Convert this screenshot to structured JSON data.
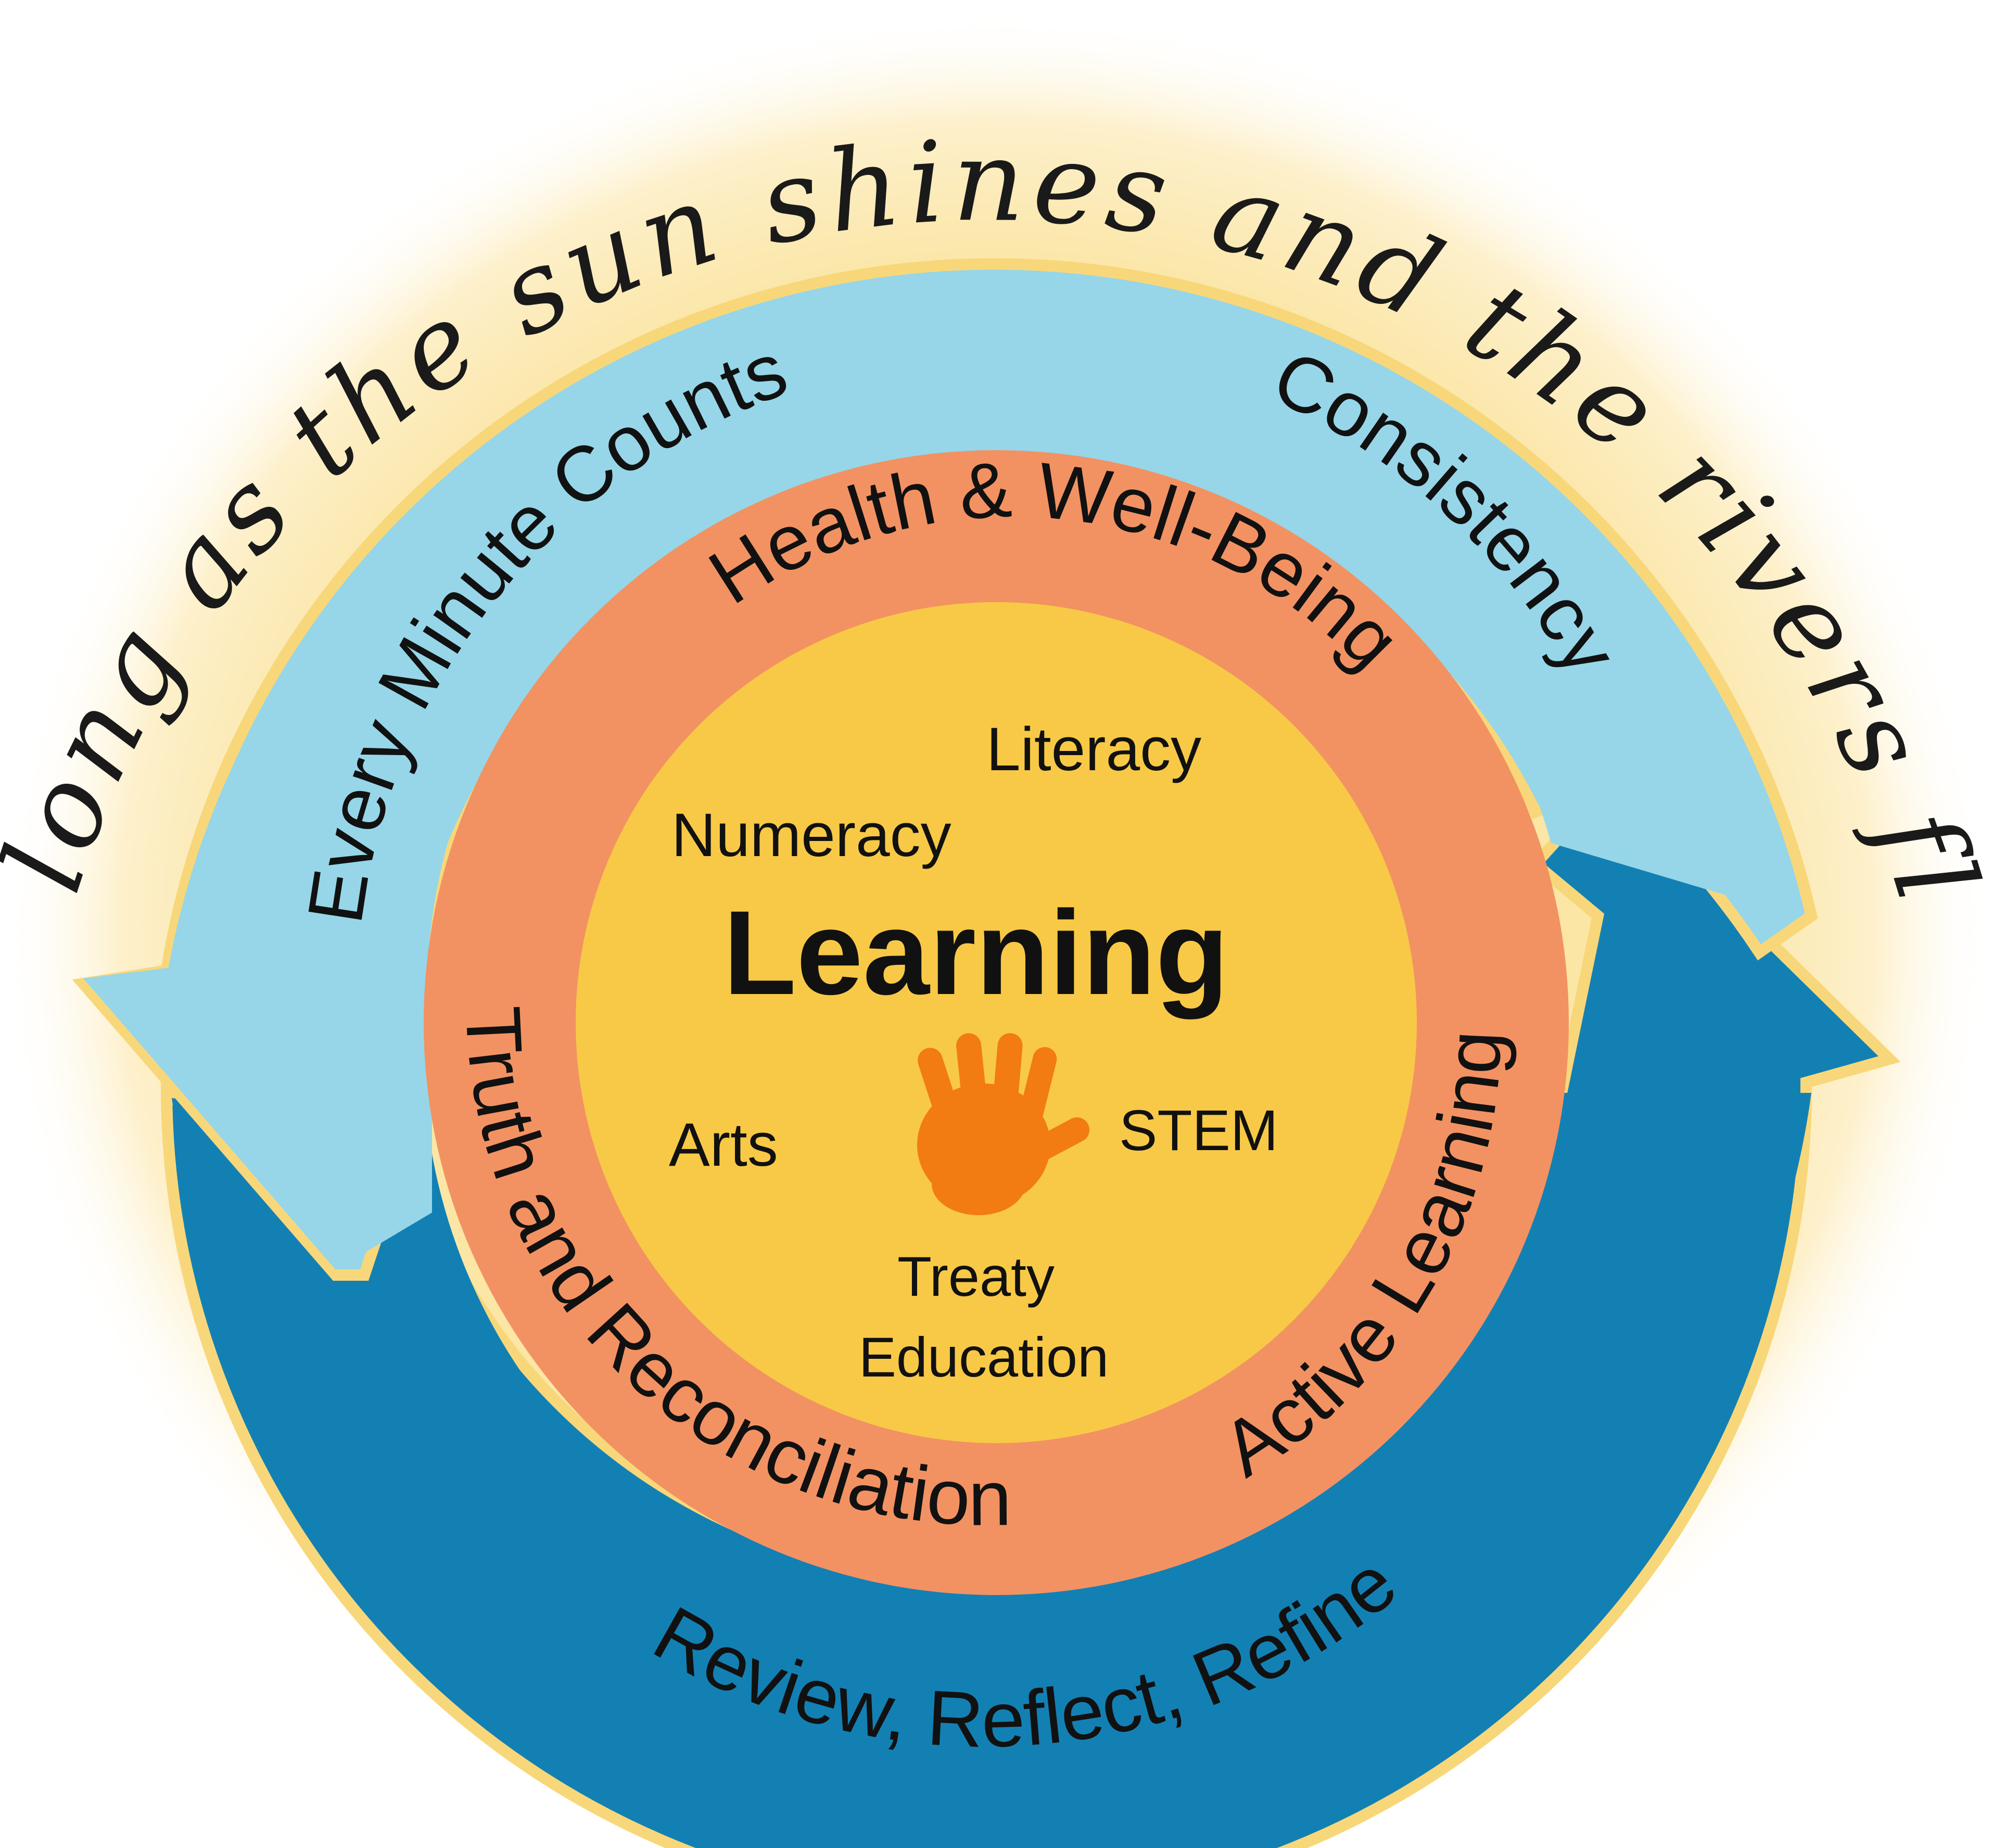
{
  "colors": {
    "background": "#ffffff",
    "glow": "#fbe6a6",
    "light_blue_arrow": "#96d6e8",
    "dark_blue_arrow": "#1380b4",
    "arrow_outline": "#f8d77a",
    "orange_ring": "#f29262",
    "yellow_core": "#f8c946",
    "handprint": "#f27b12"
  },
  "icons": {
    "center_icon": "handprint-icon"
  },
  "diagram": {
    "script_text": "As long as the sun shines and the rivers flow",
    "outer_arrows": {
      "top_left": "Every Minute Counts",
      "top_right": "Consistency",
      "bottom": "Review, Reflect, Refine"
    },
    "middle_ring": {
      "top": "Health & Well-Being",
      "left": "Truth and Reconciliation",
      "right": "Active Learning"
    },
    "core": {
      "title": "Learning",
      "subjects": {
        "literacy": "Literacy",
        "numeracy": "Numeracy",
        "arts": "Arts",
        "stem": "STEM",
        "treaty_line1": "Treaty",
        "treaty_line2": "Education"
      }
    }
  }
}
